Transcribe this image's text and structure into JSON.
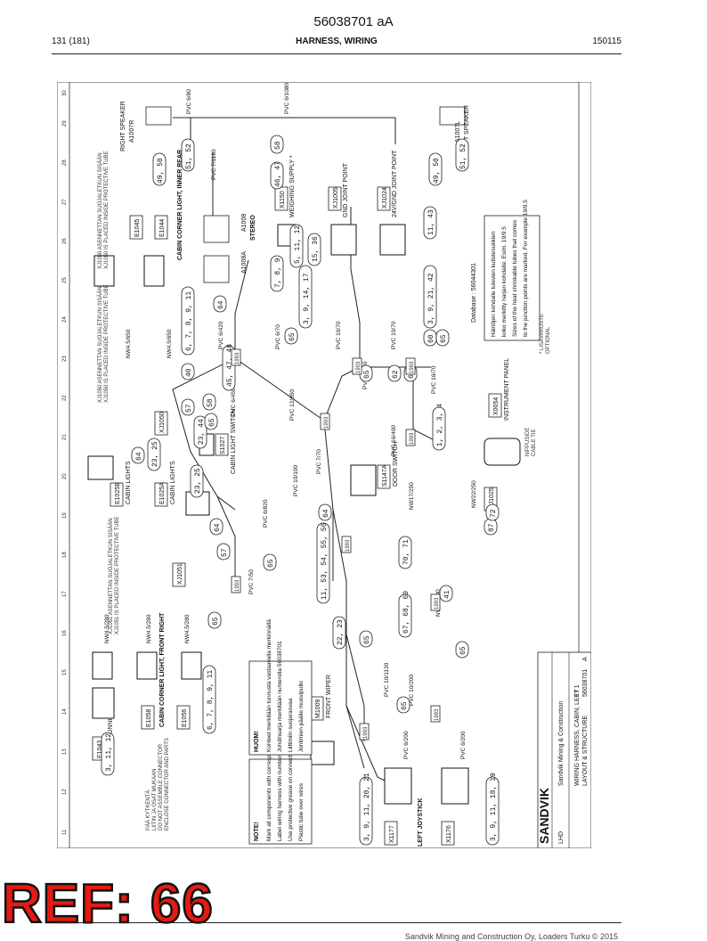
{
  "header": {
    "doc_number": "56038701 aA",
    "page": "131 (181)",
    "title": "HARNESS, WIRING",
    "date": "150115"
  },
  "ref_label": "REF: 66",
  "footer": {
    "copyright": "Sandvik Mining and Construction Oy, Loaders Turku © 2015"
  },
  "diagram": {
    "frame_numbers": [
      "11",
      "12",
      "13",
      "14",
      "15",
      "16",
      "17",
      "18",
      "19",
      "20",
      "21",
      "22",
      "23",
      "24",
      "25",
      "26",
      "27",
      "28",
      "29",
      "30"
    ],
    "components": [
      {
        "id": "A1007R",
        "label": "A1007R"
      },
      {
        "id": "A1007L",
        "label": "A1007L"
      },
      {
        "id": "right_speaker",
        "label": "RIGHT SPEAKER"
      },
      {
        "id": "left_speaker",
        "label": "LEFT SPEAKER"
      },
      {
        "id": "E1045",
        "label": "E1045"
      },
      {
        "id": "E1044",
        "label": "E1044"
      },
      {
        "id": "cabin_corner_inner",
        "label": "CABIN CORNER LIGHT, INNER REAR"
      },
      {
        "id": "A1008",
        "label": "A1008"
      },
      {
        "id": "A1008A",
        "label": "A1008A"
      },
      {
        "id": "stereo",
        "label": "STEREO"
      },
      {
        "id": "X1150",
        "label": "X1150"
      },
      {
        "id": "weighing",
        "label": "WEIGHING SUPPLY *"
      },
      {
        "id": "XJ1005",
        "label": "XJ1005"
      },
      {
        "id": "gnd_jp",
        "label": "GND JOINT POINT"
      },
      {
        "id": "XJ1024",
        "label": "XJ1024"
      },
      {
        "id": "gnd24_jp",
        "label": "24V/GND JOINT POINT"
      },
      {
        "id": "E1025B",
        "label": "E1025B"
      },
      {
        "id": "cabin_lights_b",
        "label": "CABIN LIGHTS"
      },
      {
        "id": "E1025A",
        "label": "E1025A"
      },
      {
        "id": "cabin_lights_a",
        "label": "CABIN LIGHTS"
      },
      {
        "id": "XJ1050",
        "label": "XJ1050"
      },
      {
        "id": "S1027",
        "label": "S1027"
      },
      {
        "id": "cabin_light_switch",
        "label": "CABIN LIGHT SWITCH"
      },
      {
        "id": "S1147A",
        "label": "S1147A"
      },
      {
        "id": "door_switch",
        "label": "DOOR SWITCH"
      },
      {
        "id": "X0054",
        "label": "X0054"
      },
      {
        "id": "instrument_panel",
        "label": "INSTRUMENT PANEL"
      },
      {
        "id": "XJ1025",
        "label": "XJ1025"
      },
      {
        "id": "XJ1051",
        "label": "XJ1051"
      },
      {
        "id": "E1043",
        "label": "E1043"
      },
      {
        "id": "engine_running",
        "label": "* ENGINE RUNNING LIGHT"
      },
      {
        "id": "E1056",
        "label": "E1056"
      },
      {
        "id": "E1058",
        "label": "E1058"
      },
      {
        "id": "cabin_corner_front",
        "label": "CABIN CORNER LIGHT, FRONT RIGHT"
      },
      {
        "id": "M1009",
        "label": "M1009"
      },
      {
        "id": "front_wiper",
        "label": "FRONT WIPER"
      },
      {
        "id": "X1177",
        "label": "X1177"
      },
      {
        "id": "X1176",
        "label": "X1176"
      },
      {
        "id": "left_joystick",
        "label": "LEFT JOYSTICK"
      }
    ],
    "wire_labels": [
      "PVC 6/80",
      "PVC 6/1080",
      "PVC 7/1180",
      "NW4.5/650",
      "NW4.5/650",
      "PVC 6/420",
      "PVC 6/70",
      "PVC 10/70",
      "PVC 10/70",
      "PVC 16/50",
      "PVC 16/400",
      "PVC 16/70",
      "PVC 12/850",
      "PVC 6/450",
      "PVC 7/70",
      "PVC 10/100",
      "PVC 6/820",
      "NW17/250",
      "NW22/250",
      "PVC 7/50",
      "NW4.5/280",
      "NW4.5/280",
      "NW4.5/280",
      "NW17/700",
      "PVC 10/1130",
      "PVC 10/200",
      "PVC 6/200",
      "PVC 6/200",
      "PVC 16/70"
    ],
    "callouts": [
      "49, 50",
      "51, 52",
      "46, 47",
      "58",
      "49, 50",
      "51, 52",
      "6, 7, 8, 9, 11",
      "40",
      "64",
      "45, 47, 48",
      "7, 8, 9",
      "5, 11, 12",
      "15, 36",
      "65",
      "3, 9, 14, 17",
      "11, 43",
      "3, 9, 21, 42",
      "60",
      "65",
      "65",
      "62",
      "65",
      "64",
      "23, 25",
      "58",
      "57",
      "23, 44",
      "65",
      "1, 2, 3, 4",
      "23, 25",
      "64",
      "64",
      "11, 53, 54, 55, 56",
      "57",
      "65",
      "70, 71",
      "67, 68, 69",
      "41",
      "87",
      "72",
      "22, 23",
      "65",
      "65",
      "65",
      "6, 7, 8, 9, 11",
      "3, 11, 12",
      "65",
      "3, 9, 11, 20, 21",
      "3, 9, 11, 18, 19"
    ],
    "sleeve_tags": [
      "1993",
      "1993",
      "1993",
      "1993",
      "1993",
      "1993",
      "1993",
      "1993",
      "1993",
      "1993"
    ],
    "notes": {
      "note_en_title": "NOTE!",
      "note_en": [
        "Mark all components with corresponding marking",
        "Label wiring harness with number 56038701",
        "Use protective grease on connectors",
        "Plastic tube over wires"
      ],
      "note_fi_title": "HUOM!",
      "note_fi": [
        "Kohteet merkitään tunnusta vastaavalla merkinnällä",
        "Johdinsarja merkitään numerolla 56038701",
        "Liittimiin suojarasvaa",
        "Johtimien päälle muoviputki"
      ],
      "database": "Database : 56044301",
      "hazard": [
        "Häiriöjen kohdalle tulevien kutistesukkien",
        "koko merkitty harjan kohdalle. Esim. 19/9.5",
        "Sizes of the heat shrinkable tubes that comes",
        "to the junction points are marked. For example 19/9.5"
      ],
      "optional": [
        "* LISÄVARUSTE",
        "OPTIONAL"
      ],
      "nippuside": [
        "NIPPUSIDE",
        "CABLE TIE"
      ],
      "assemble": [
        "PÄÄ KYTKENTÄ",
        "LIITIN JA OSAT MUKAAN",
        "DO NOT ASSEMBLE CONNECTOR",
        "ENCLOSE CONNECTOR AND PARTS"
      ],
      "xj_note": [
        "XJ1050 ASENNETTAN SUOJALETKUN SISÄÄN",
        "XJ1050 IS PLACED INSIDE PROTECTIVE TUBE"
      ],
      "xj_note2": [
        "XJ1051 ASENNETTAN SUOJALETKUN SISÄÄN",
        "XJ1051 IS PLACED INSIDE PROTECTIVE TUBE"
      ],
      "xj_note3": [
        "XJ1050 ASENNETTAN SUOJALETKUN SISÄÄN",
        "XJ1050 IS PLACED INSIDE PROTECTIVE TUBE"
      ]
    },
    "title_block": {
      "brand": "SANDVIK",
      "company": "Sandvik Mining & Construction",
      "product": "LHD",
      "drawing_title": "WIRING HARNESS, CABIN, LEFT",
      "subtitle": "LAYOUT & STRUCTURE",
      "drawing_number": "56038701",
      "revision": "A",
      "sheet": "1 / 1"
    }
  }
}
